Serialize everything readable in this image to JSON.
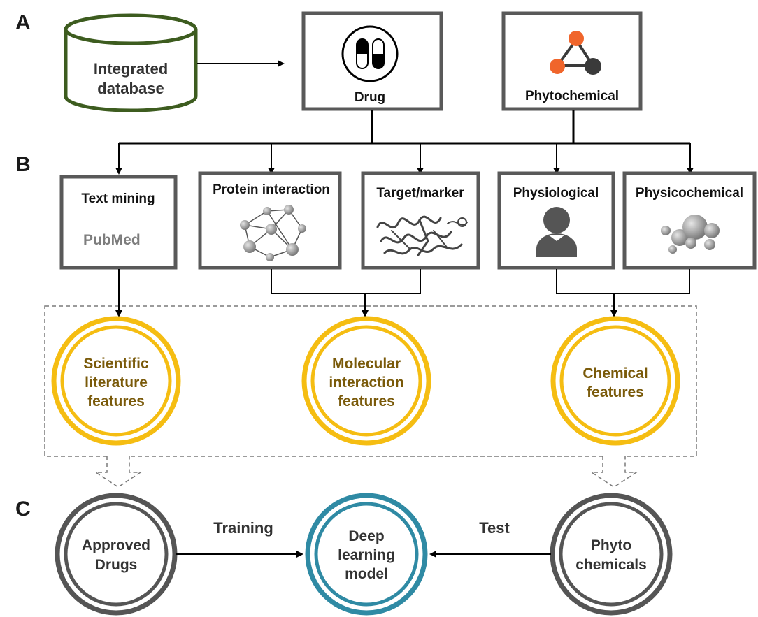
{
  "sections": {
    "a": "A",
    "b": "B",
    "c": "C"
  },
  "database": {
    "line1": "Integrated",
    "line2": "database"
  },
  "sources": {
    "drug": "Drug",
    "phytochemical": "Phytochemical"
  },
  "sources_icons": {
    "drug": "capsule-pill-icon",
    "phytochemical": "molecule-icon"
  },
  "feature_sources": {
    "text_mining": "Text mining",
    "pubmed_logo": "PubMed",
    "protein_interaction": "Protein interaction",
    "target_marker": "Target/marker",
    "physiological": "Physiological",
    "physicochemical": "Physicochemical"
  },
  "features": {
    "scientific": [
      "Scientific",
      "literature",
      "features"
    ],
    "molecular": [
      "Molecular",
      "interaction",
      "features"
    ],
    "chemical": [
      "Chemical",
      "features"
    ]
  },
  "model": {
    "approved": [
      "Approved",
      "Drugs"
    ],
    "deep": [
      "Deep",
      "learning",
      "model"
    ],
    "phyto": [
      "Phyto",
      "chemicals"
    ]
  },
  "edges": {
    "training": "Training",
    "test": "Test"
  },
  "colors": {
    "box_stroke": "#595959",
    "cylinder_stroke": "#3d5c1f",
    "feature_ring": "#f5bd12",
    "feature_text": "#7a5a0a",
    "model_ring": "#2f8aa4",
    "dark_ring": "#555555",
    "molecule_orange": "#f0652b",
    "molecule_dark": "#3a3a3a"
  }
}
